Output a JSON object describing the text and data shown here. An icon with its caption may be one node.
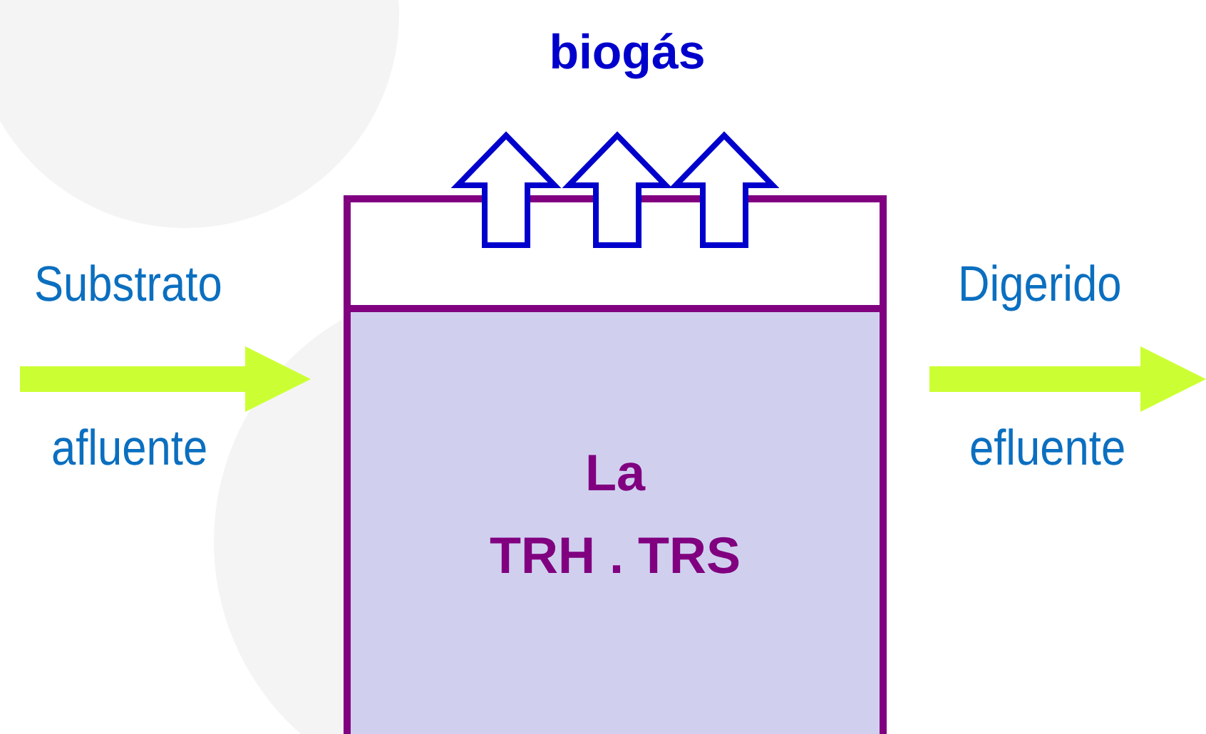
{
  "diagram": {
    "nodes": [
      {
        "text": [],
        "shape": "box"
      },
      {
        "text": [
          "La",
          "TRH . TRS"
        ]
      },
      {
        "text": [
          "biogás"
        ]
      }
    ],
    "edges": [
      {
        "from": 0,
        "to": 2,
        "arrow": "to"
      },
      {
        "from": 0,
        "to": 2,
        "arrow": "to"
      },
      {
        "from": 0,
        "to": 2,
        "arrow": "to"
      },
      {
        "from": null,
        "to": 1,
        "arrow": "to",
        "color": "#ccff33"
      },
      {
        "from": 1,
        "to": null,
        "arrow": "to",
        "color": "#ccff33"
      }
    ],
    "labels": [
      "Substrato",
      "Digerido",
      "afluente",
      "efluente"
    ]
  }
}
